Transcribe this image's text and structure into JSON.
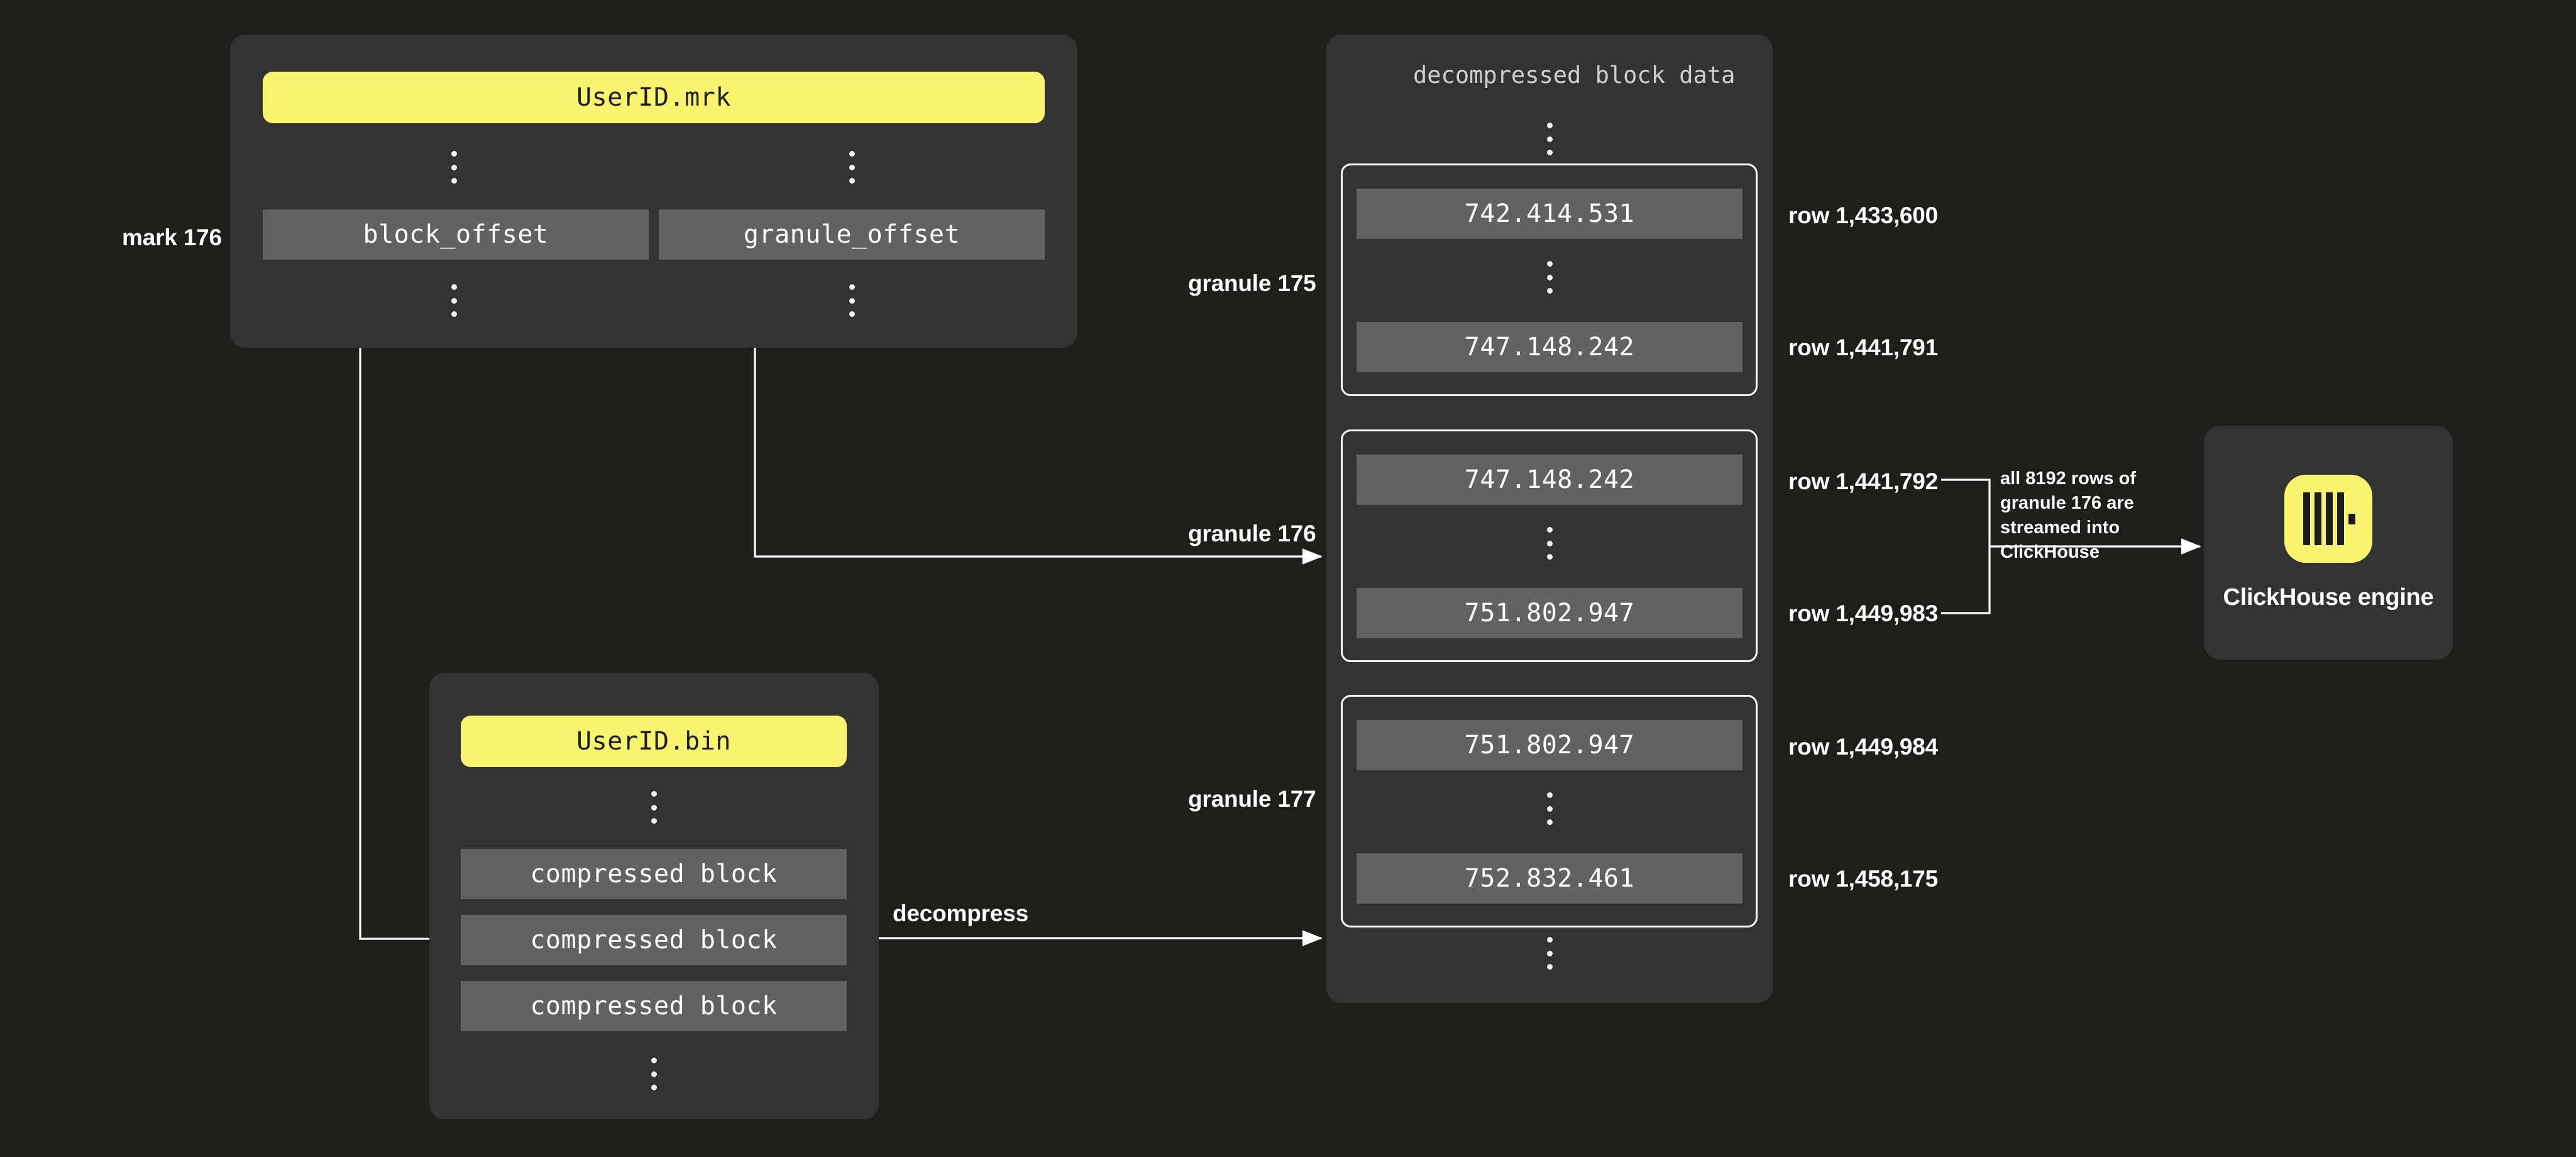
{
  "colors": {
    "page_background": "#1e1e1b",
    "panel_background": "#333333",
    "cell_background": "#626262",
    "accent_yellow": "#faf56e",
    "stroke_white": "#ffffff",
    "text_white": "#ffffff",
    "text_muted": "#cfcfcf"
  },
  "mark_file_panel": {
    "file_label": "UserID.mrk",
    "mark_label": "mark 176",
    "columns": [
      {
        "name": "block_offset"
      },
      {
        "name": "granule_offset"
      }
    ]
  },
  "bin_file_panel": {
    "file_label": "UserID.bin",
    "blocks": [
      {
        "label": "compressed block"
      },
      {
        "label": "compressed block"
      },
      {
        "label": "compressed block"
      }
    ]
  },
  "decompressed_panel": {
    "title": "decompressed block data",
    "granules": [
      {
        "name": "granule 175",
        "first_value": "742.414.531",
        "last_value": "747.148.242",
        "first_row": "row 1,433,600",
        "last_row": "row 1,441,791"
      },
      {
        "name": "granule 176",
        "first_value": "747.148.242",
        "last_value": "751.802.947",
        "first_row": "row 1,441,792",
        "last_row": "row 1,449,983"
      },
      {
        "name": "granule 177",
        "first_value": "751.802.947",
        "last_value": "752.832.461",
        "first_row": "row 1,449,984",
        "last_row": "row 1,458,175"
      }
    ]
  },
  "edges": {
    "decompress_label": "decompress"
  },
  "engine": {
    "note": "all 8192 rows of granule 176 are streamed into ClickHouse",
    "name": "ClickHouse engine",
    "logo_icon": "clickhouse-logo-icon"
  }
}
